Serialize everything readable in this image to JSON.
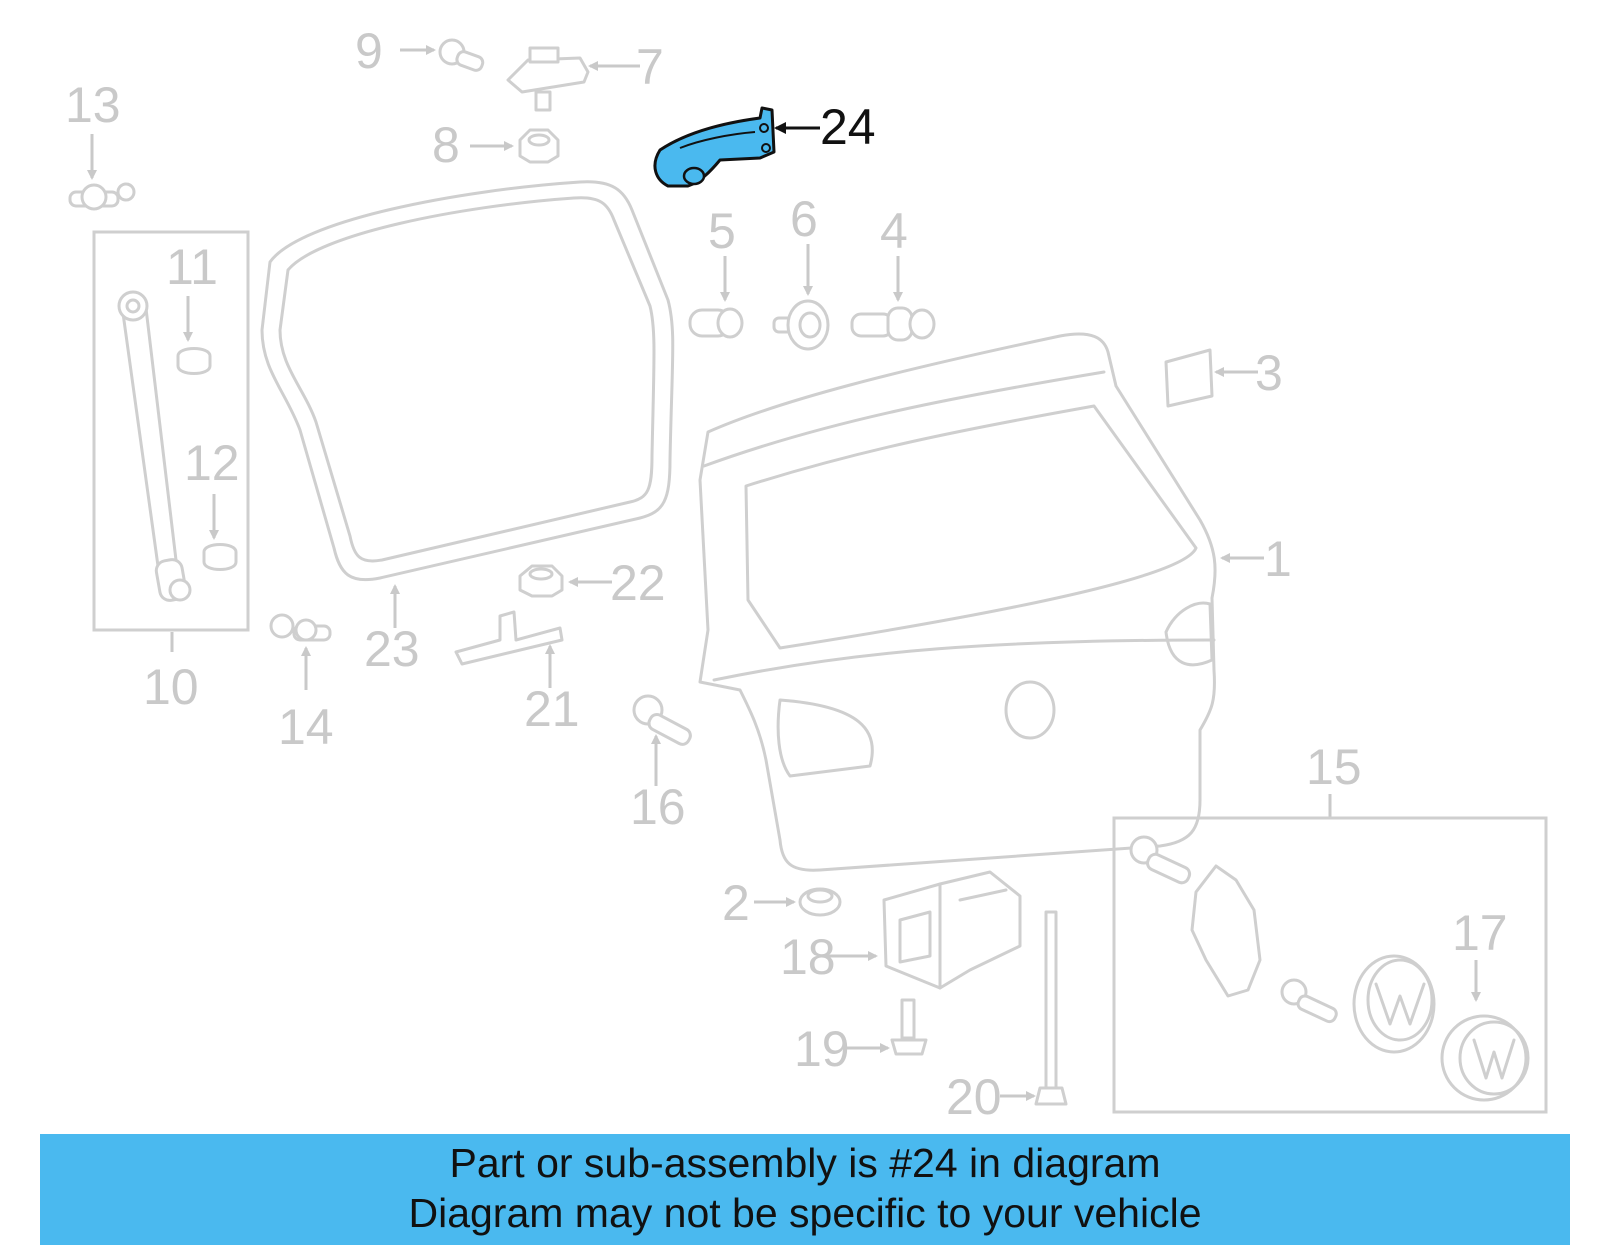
{
  "diagram": {
    "highlight_color": "#4ab9ef",
    "callouts": [
      "1",
      "2",
      "3",
      "4",
      "5",
      "6",
      "7",
      "8",
      "9",
      "10",
      "11",
      "12",
      "13",
      "14",
      "15",
      "16",
      "17",
      "18",
      "19",
      "20",
      "21",
      "22",
      "23",
      "24"
    ],
    "active_callout": "24"
  },
  "banner": {
    "line1": "Part or sub-assembly is #24 in diagram",
    "line2": "Diagram may not be specific to your vehicle",
    "background": "#4ab9ef"
  }
}
